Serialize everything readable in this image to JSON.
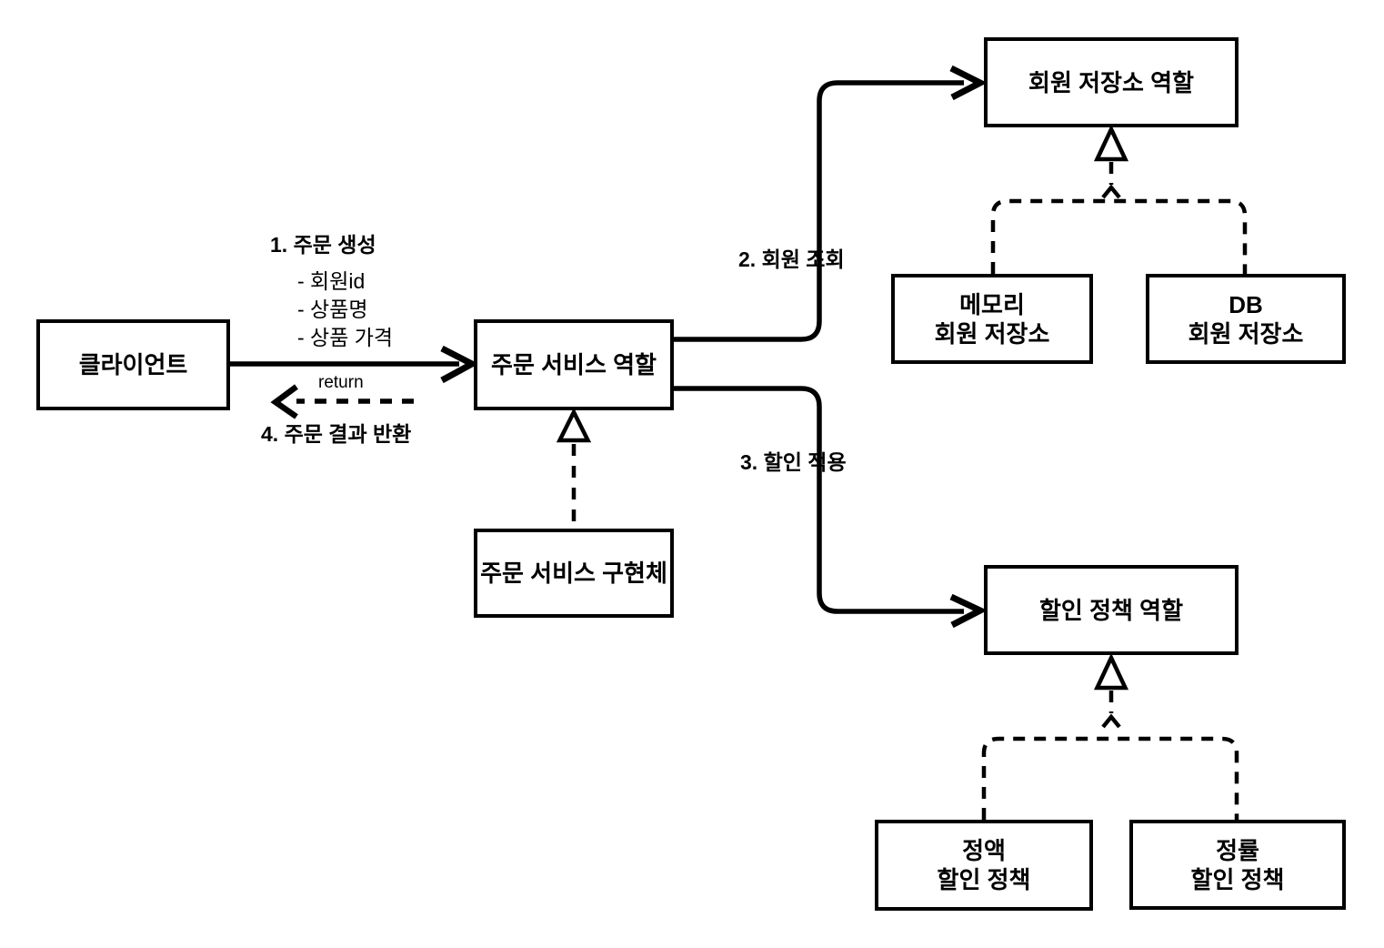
{
  "diagram": {
    "colors": {
      "background": "#ffffff",
      "line": "#000000",
      "box_fill": "#ffffff",
      "text": "#000000"
    },
    "nodes": {
      "client": {
        "label": "클라이언트"
      },
      "order_service_role": {
        "label": "주문 서비스 역할"
      },
      "order_service_impl": {
        "label": "주문 서비스 구현체"
      },
      "member_repository_role": {
        "label": "회원 저장소 역할"
      },
      "memory_member_repository": {
        "lines": [
          "메모리",
          "회원 저장소"
        ]
      },
      "db_member_repository": {
        "lines": [
          "DB",
          "회원 저장소"
        ]
      },
      "discount_policy_role": {
        "label": "할인 정책 역할"
      },
      "fixed_amount_discount_policy": {
        "lines": [
          "정액",
          "할인 정책"
        ]
      },
      "fixed_rate_discount_policy": {
        "lines": [
          "정률",
          "할인 정책"
        ]
      }
    },
    "labels": {
      "step1_title": "1. 주문 생성",
      "step1_items": [
        "- 회원id",
        "- 상품명",
        "- 상품 가격"
      ],
      "step2": "2. 회원 조회",
      "step3": "3. 할인 적용",
      "step4": "4. 주문 결과 반환",
      "return_note": "return"
    }
  }
}
